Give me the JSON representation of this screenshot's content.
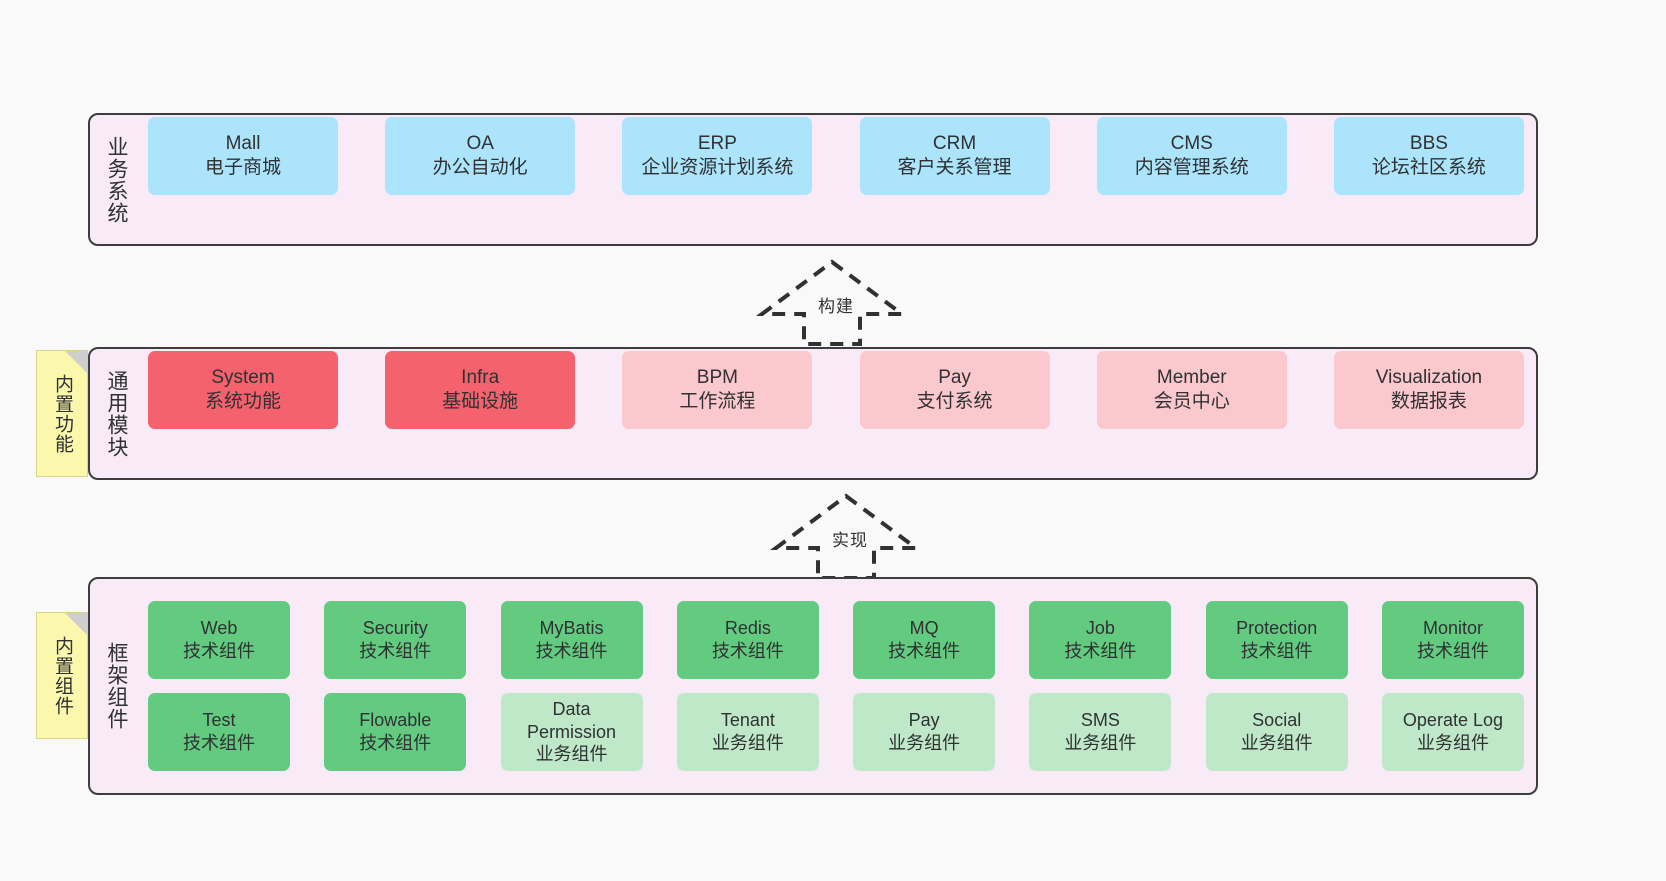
{
  "diagram": {
    "background_color": "#f9f9f9",
    "layer_border_color": "#3d3d3d",
    "layer_bg_color": "#f8eaf6",
    "note_bg_color": "#fbf8ae"
  },
  "layers": [
    {
      "id": "business",
      "title": "业务系统",
      "cards": [
        {
          "en": "Mall",
          "cn": "电子商城",
          "color": "#ace4fb",
          "style": "blue"
        },
        {
          "en": "OA",
          "cn": "办公自动化",
          "color": "#ace4fb",
          "style": "blue"
        },
        {
          "en": "ERP",
          "cn": "企业资源计划系统",
          "color": "#ace4fb",
          "style": "blue"
        },
        {
          "en": "CRM",
          "cn": "客户关系管理",
          "color": "#ace4fb",
          "style": "blue"
        },
        {
          "en": "CMS",
          "cn": "内容管理系统",
          "color": "#ace4fb",
          "style": "blue"
        },
        {
          "en": "BBS",
          "cn": "论坛社区系统",
          "color": "#ace4fb",
          "style": "blue"
        }
      ]
    },
    {
      "id": "module",
      "title": "通用模块",
      "note": "内置功能",
      "cards": [
        {
          "en": "System",
          "cn": "系统功能",
          "color": "#f4636d",
          "style": "red"
        },
        {
          "en": "Infra",
          "cn": "基础设施",
          "color": "#f4636d",
          "style": "red"
        },
        {
          "en": "BPM",
          "cn": "工作流程",
          "color": "#fbc8cd",
          "style": "pink"
        },
        {
          "en": "Pay",
          "cn": "支付系统",
          "color": "#fbc8cd",
          "style": "pink"
        },
        {
          "en": "Member",
          "cn": "会员中心",
          "color": "#fbc8cd",
          "style": "pink"
        },
        {
          "en": "Visualization",
          "cn": "数据报表",
          "color": "#fbc8cd",
          "style": "pink"
        }
      ]
    },
    {
      "id": "framework",
      "title": "框架组件",
      "note": "内置组件",
      "rows": [
        [
          {
            "en": "Web",
            "cn": "技术组件",
            "color": "#62cb7f",
            "style": "green"
          },
          {
            "en": "Security",
            "cn": "技术组件",
            "color": "#62cb7f",
            "style": "green"
          },
          {
            "en": "MyBatis",
            "cn": "技术组件",
            "color": "#62cb7f",
            "style": "green"
          },
          {
            "en": "Redis",
            "cn": "技术组件",
            "color": "#62cb7f",
            "style": "green"
          },
          {
            "en": "MQ",
            "cn": "技术组件",
            "color": "#62cb7f",
            "style": "green"
          },
          {
            "en": "Job",
            "cn": "技术组件",
            "color": "#62cb7f",
            "style": "green"
          },
          {
            "en": "Protection",
            "cn": "技术组件",
            "color": "#62cb7f",
            "style": "green"
          },
          {
            "en": "Monitor",
            "cn": "技术组件",
            "color": "#62cb7f",
            "style": "green"
          }
        ],
        [
          {
            "en": "Test",
            "cn": "技术组件",
            "color": "#62cb7f",
            "style": "green"
          },
          {
            "en": "Flowable",
            "cn": "技术组件",
            "color": "#62cb7f",
            "style": "green"
          },
          {
            "en": "Data Permission",
            "cn": "业务组件",
            "color": "#bfe8c8",
            "style": "green-light",
            "wrap": true
          },
          {
            "en": "Tenant",
            "cn": "业务组件",
            "color": "#bfe8c8",
            "style": "green-light"
          },
          {
            "en": "Pay",
            "cn": "业务组件",
            "color": "#bfe8c8",
            "style": "green-light"
          },
          {
            "en": "SMS",
            "cn": "业务组件",
            "color": "#bfe8c8",
            "style": "green-light"
          },
          {
            "en": "Social",
            "cn": "业务组件",
            "color": "#bfe8c8",
            "style": "green-light"
          },
          {
            "en": "Operate Log",
            "cn": "业务组件",
            "color": "#bfe8c8",
            "style": "green-light"
          }
        ]
      ]
    }
  ],
  "arrows": [
    {
      "id": "build",
      "label": "构建",
      "from": "module",
      "to": "business",
      "style": "dashed-hollow-triangle-up"
    },
    {
      "id": "impl",
      "label": "实现",
      "from": "framework",
      "to": "module",
      "style": "dashed-hollow-triangle-up"
    }
  ]
}
